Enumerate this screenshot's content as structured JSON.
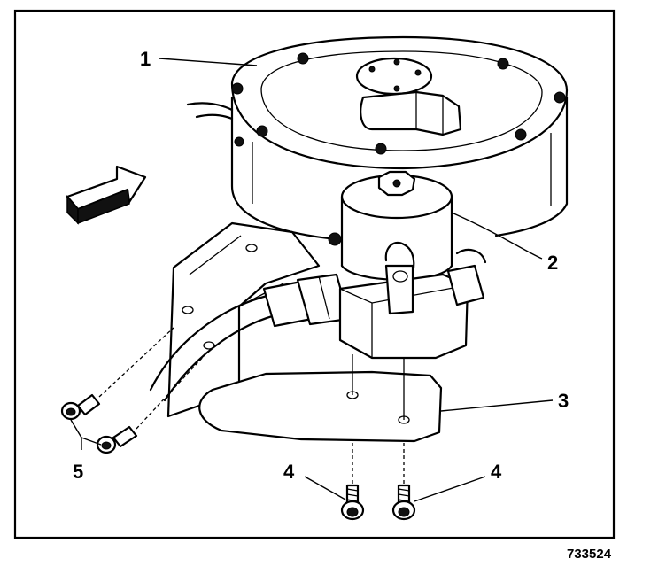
{
  "callouts": {
    "c1": "1",
    "c2": "2",
    "c3": "3",
    "c4a": "4",
    "c4b": "4",
    "c5": "5"
  },
  "figure_number": "733524",
  "icons": {
    "direction": "arrow-right-icon"
  }
}
